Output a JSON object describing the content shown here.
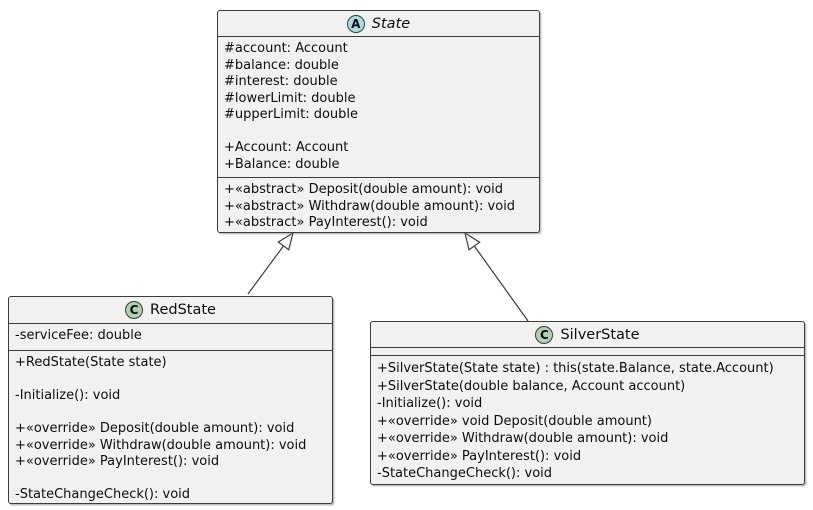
{
  "diagram": {
    "kind": "uml-class-diagram",
    "colors": {
      "background": "#ffffff",
      "box_fill": "#f1f1f1",
      "box_border": "#3b3b3b",
      "abstract_icon_fill": "#a9dcdf",
      "class_icon_fill": "#add1b2",
      "text": "#0d0d0d"
    },
    "classes": [
      {
        "name": "State",
        "icon": {
          "letter": "A",
          "meaning": "abstract-class"
        },
        "attributes": [
          "#account: Account",
          "#balance: double",
          "#interest: double",
          "#lowerLimit: double",
          "#upperLimit: double",
          "",
          "+Account: Account",
          "+Balance: double"
        ],
        "methods": [
          "+«abstract» Deposit(double amount): void",
          "+«abstract» Withdraw(double amount): void",
          "+«abstract» PayInterest(): void"
        ]
      },
      {
        "name": "RedState",
        "icon": {
          "letter": "C",
          "meaning": "class"
        },
        "attributes": [
          "-serviceFee: double"
        ],
        "methods": [
          "+RedState(State state)",
          "",
          "-Initialize(): void",
          "",
          "+«override» Deposit(double amount): void",
          "+«override» Withdraw(double amount): void",
          "+«override» PayInterest(): void",
          "",
          "-StateChangeCheck(): void"
        ]
      },
      {
        "name": "SilverState",
        "icon": {
          "letter": "C",
          "meaning": "class"
        },
        "attributes": [],
        "methods": [
          "+SilverState(State state) : this(state.Balance, state.Account)",
          "+SilverState(double balance, Account account)",
          "-Initialize(): void",
          "+«override» void Deposit(double amount)",
          "+«override» Withdraw(double amount): void",
          "+«override» PayInterest(): void",
          "-StateChangeCheck(): void"
        ]
      }
    ],
    "relations": [
      {
        "from": "RedState",
        "to": "State",
        "type": "inheritance"
      },
      {
        "from": "SilverState",
        "to": "State",
        "type": "inheritance"
      }
    ]
  }
}
